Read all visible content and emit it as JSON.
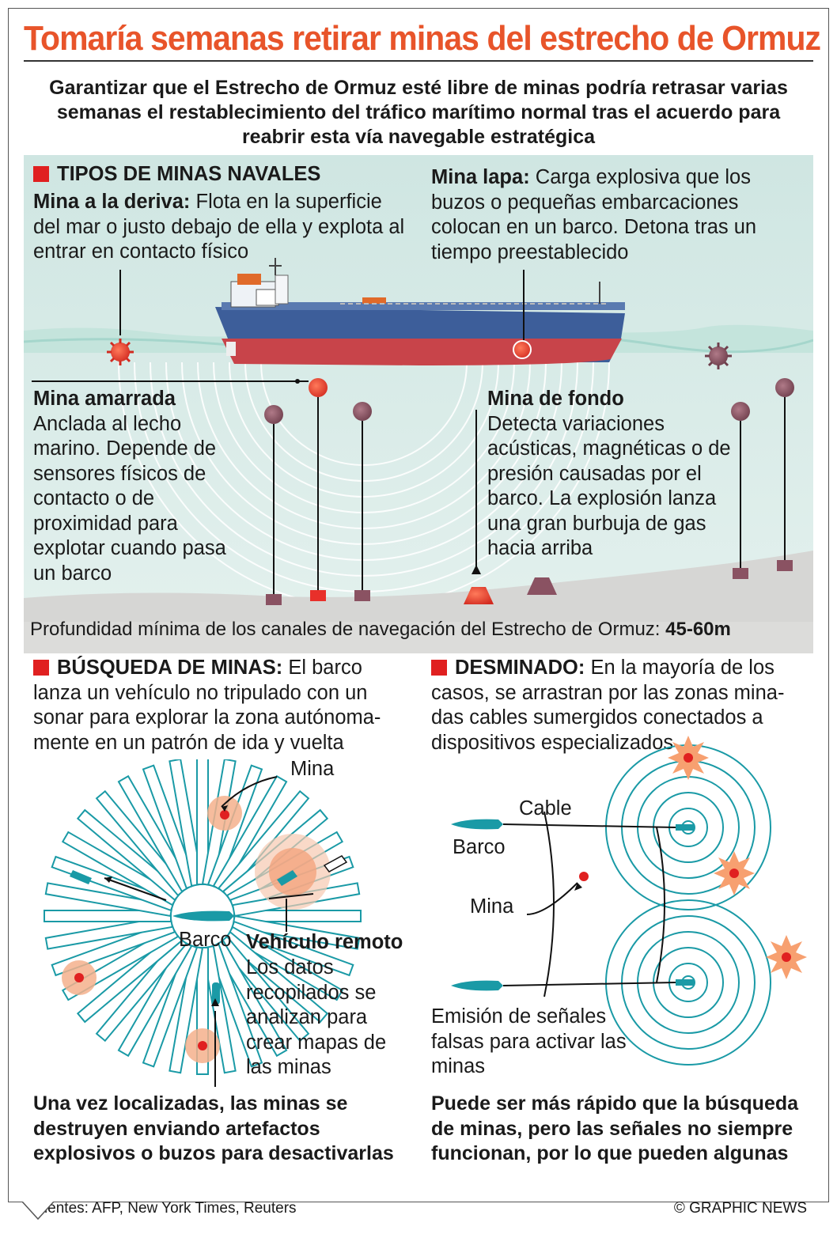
{
  "title": "Tomaría semanas retirar minas del estrecho de Ormuz",
  "subtitle": "Garantizar que el Estrecho de Ormuz esté libre de minas podría retrasar varias semanas el restablecimiento del tráfico marítimo normal tras el acuerdo para reabrir esta vía navegable estratégica",
  "mine_types": {
    "heading": "TIPOS DE MINAS NAVALES",
    "drifting": {
      "name": "Mina a la deriva:",
      "desc": "Flota en la superficie del mar o justo debajo de ella y explota al entrar en contacto físico"
    },
    "limpet": {
      "name": "Mina lapa:",
      "desc": "Carga explosiva que los buzos o pequeñas embarcaciones colocan en un barco. Detona tras un tiempo preestablecido"
    },
    "moored": {
      "name": "Mina amarrada",
      "desc": "Anclada al lecho marino. Depende de sensores físicos de contacto o de proximidad para explotar cuando pasa un barco"
    },
    "bottom": {
      "name": "Mina de fondo",
      "desc": "Detecta variaciones acústicas, magnéticas o de presión causadas por el barco. La explosión lanza una gran burbuja de gas hacia arriba"
    }
  },
  "depth": {
    "label": "Profundidad mínima de los canales de navegación del Estrecho de Ormuz:",
    "value": "45-60m"
  },
  "hunting": {
    "heading": "BÚSQUEDA DE MINAS:",
    "desc": "El barco lanza un vehículo no tripulado con un sonar para explorar la zona autónoma-mente en un patrón de ida y vuelta",
    "label_mine": "Mina",
    "label_ship": "Barco",
    "label_vehicle": "Vehículo remoto",
    "vehicle_desc": "Los datos recopilados se analizan para crear mapas de las minas",
    "note": "Una vez localizadas, las minas se destruyen enviando artefactos explosivos o buzos para desactivarlas"
  },
  "sweeping": {
    "heading": "DESMINADO:",
    "desc": "En la mayoría de los casos, se arrastran por las zonas mina-das cables sumergidos conectados a dispositivos especializados",
    "label_cable": "Cable",
    "label_ship": "Barco",
    "label_mine": "Mina",
    "signals": "Emisión de señales falsas para activar las minas",
    "note": "Puede ser más rápido que la búsqueda de minas, pero las señales no siempre funcionan, por lo que pueden algunas"
  },
  "footer": {
    "sources": "Fuentes: AFP, New York Times, Reuters",
    "credit": "© GRAPHIC NEWS"
  },
  "colors": {
    "accent": "#e8542a",
    "sea": "#d4ebe7",
    "seabed": "#d8d8d6",
    "hull_blue": "#3d5e9a",
    "hull_red": "#c8444a",
    "teal": "#1a9aa6",
    "mine": "#8a5262",
    "mine_red": "#e8302a"
  }
}
